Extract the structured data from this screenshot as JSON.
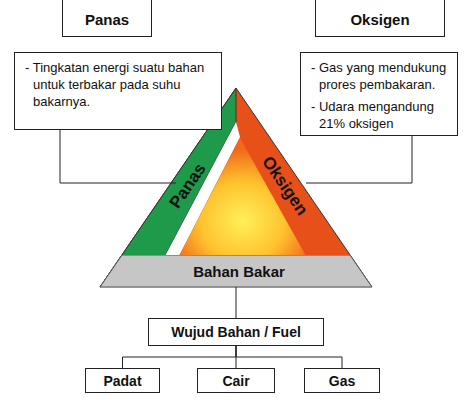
{
  "diagram": {
    "nodes": [
      {
        "text": [
          "Panas"
        ]
      },
      {
        "text": [
          "Oksigen"
        ]
      },
      {
        "text": [
          "- Tingkatan energi suatu bahan untuk terbakar pada suhu bakarnya."
        ]
      },
      {
        "text": [
          "- Gas yang mendukung prores pembakaran.",
          "- Udara mengandung 21% oksigen"
        ]
      },
      {
        "text": [
          "Bahan Bakar"
        ]
      },
      {
        "text": [
          "Wujud Bahan / Fuel"
        ]
      },
      {
        "text": [
          "Padat"
        ]
      },
      {
        "text": [
          "Cair"
        ]
      },
      {
        "text": [
          "Gas"
        ]
      }
    ],
    "edges": [
      {
        "from": 4,
        "to": 5,
        "arrow": "none"
      },
      {
        "from": 5,
        "to": 6,
        "arrow": "none"
      },
      {
        "from": 5,
        "to": 7,
        "arrow": "none"
      },
      {
        "from": 5,
        "to": 8,
        "arrow": "none"
      }
    ],
    "labels": [
      "Panas",
      "Oksigen"
    ]
  }
}
